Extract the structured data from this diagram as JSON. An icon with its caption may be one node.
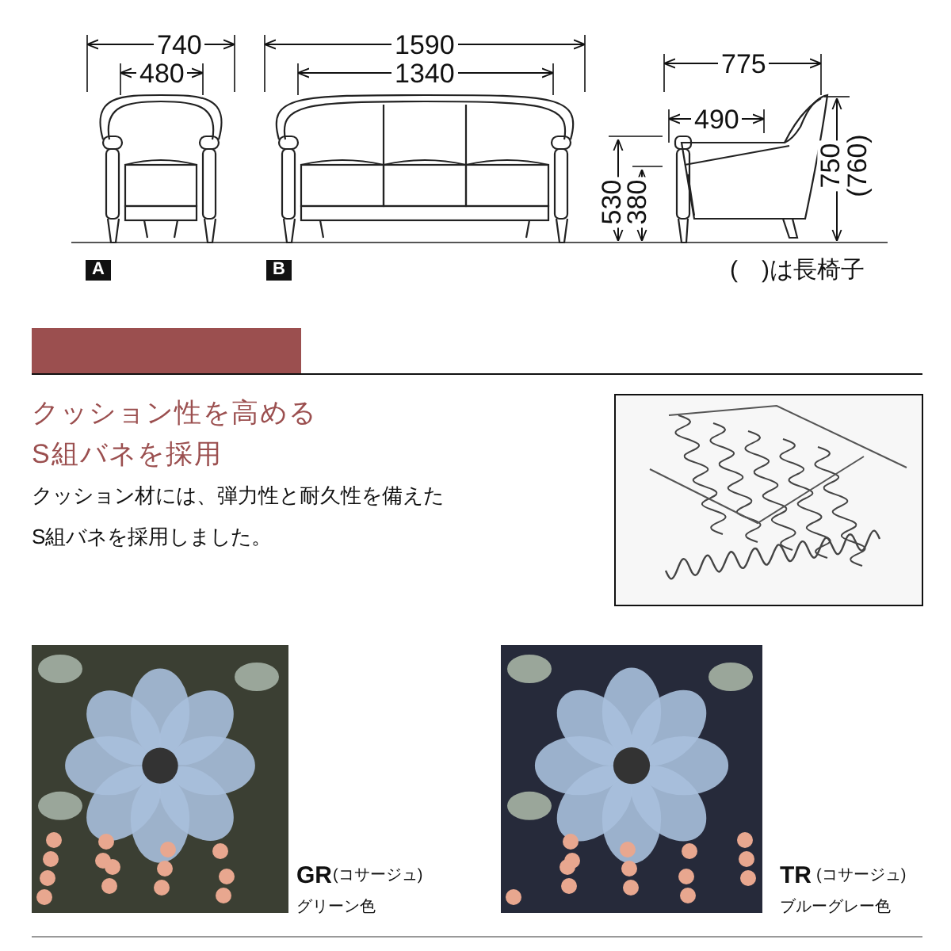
{
  "diagram": {
    "labels": [
      "740",
      "480",
      "1590",
      "1340",
      "775",
      "490",
      "530",
      "380",
      "750",
      "(760)",
      "A",
      "B",
      "(　)は長椅子",
      "クッション性を高めるS組バネを採用",
      "クッション材には、弾力性と耐久性を備えたS組バネを採用しました。",
      "GR",
      "(コサージュ)",
      "グリーン色",
      "TR",
      "(コサージュ)",
      "ブルーグレー色"
    ]
  }
}
